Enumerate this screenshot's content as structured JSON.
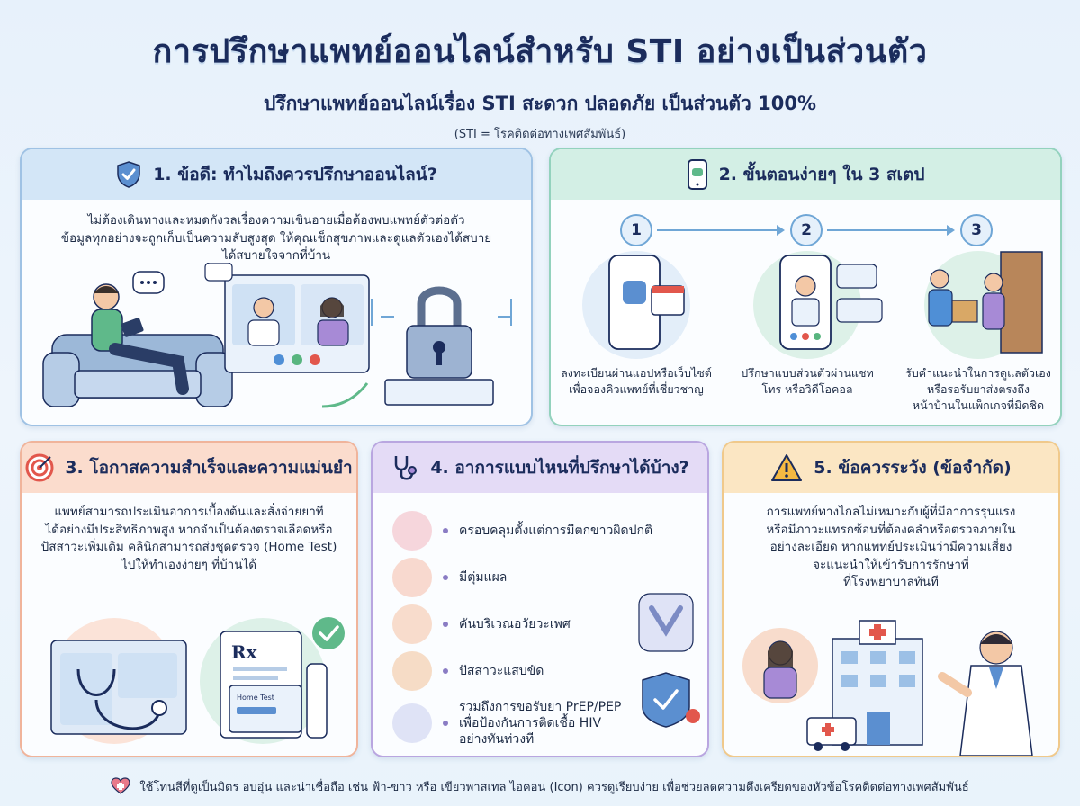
{
  "header": {
    "title": "การปรึกษาแพทย์ออนไลน์สำหรับ STI อย่างเป็นส่วนตัว",
    "subtitle": "ปรึกษาแพทย์ออนไลน์เรื่อง STI สะดวก ปลอดภัย เป็นส่วนตัว 100%",
    "note": "(STI = โรคติดต่อทางเพศสัมพันธ์)"
  },
  "section1": {
    "title": "1. ข้อดี: ทำไมถึงควรปรึกษาออนไลน์?",
    "icon": "shield-check-icon",
    "body": [
      "ไม่ต้องเดินทางและหมดกังวลเรื่องความเขินอายเมื่อต้องพบแพทย์ตัวต่อตัว",
      "ข้อมูลทุกอย่างจะถูกเก็บเป็นความลับสูงสุด ให้คุณเช็กสุขภาพและดูแลตัวเองได้สบาย",
      "ได้สบายใจจากที่บ้าน"
    ]
  },
  "section2": {
    "title": "2. ขั้นตอนง่ายๆ ใน 3 สเตป",
    "icon": "phone-chat-icon",
    "steps": [
      {
        "num": "1",
        "text_lines": [
          "ลงทะเบียนผ่านแอปหรือเว็บไซต์",
          "เพื่อจองคิวแพทย์ที่เชี่ยวชาญ"
        ]
      },
      {
        "num": "2",
        "text_lines": [
          "ปรึกษาแบบส่วนตัวผ่านแชท",
          "โทร หรือวิดีโอคอล"
        ]
      },
      {
        "num": "3",
        "text_lines": [
          "รับคำแนะนำในการดูแลตัวเอง",
          "หรือรอรับยาส่งตรงถึง",
          "หน้าบ้านในแพ็กเกจที่มิดชิด"
        ]
      }
    ]
  },
  "section3": {
    "title": "3. โอกาสความสำเร็จและความแม่นยำ",
    "icon": "target-icon",
    "body": [
      "แพทย์สามารถประเมินอาการเบื้องต้นและสั่งจ่ายยาที",
      "ได้อย่างมีประสิทธิภาพสูง หากจำเป็นต้องตรวจเลือดหรือ",
      "ปัสสาวะเพิ่มเติม คลินิกสามารถส่งชุดตรวจ (Home Test)",
      "ไปให้ทำเองง่ายๆ ที่บ้านได้"
    ],
    "kit_label": "Home Test",
    "rx_label": "Rx"
  },
  "section4": {
    "title": "4. อาการแบบไหนที่ปรึกษาได้บ้าง?",
    "icon": "stethoscope-icon",
    "symptoms": [
      {
        "lines": [
          "ครอบคลุมตั้งแต่การมีตกขาวผิดปกติ"
        ],
        "color": "#f6d6dc"
      },
      {
        "lines": [
          "มีตุ่มแผล"
        ],
        "color": "#f8d9cf"
      },
      {
        "lines": [
          "คันบริเวณอวัยวะเพศ"
        ],
        "color": "#f8dccc"
      },
      {
        "lines": [
          "ปัสสาวะแสบขัด"
        ],
        "color": "#f6dcc6"
      },
      {
        "lines": [
          "รวมถึงการขอรับยา PrEP/PEP",
          "เพื่อป้องกันการติดเชื้อ HIV",
          "อย่างทันท่วงที"
        ],
        "color": "#dfe3f6"
      }
    ]
  },
  "section5": {
    "title": "5. ข้อควรระวัง (ข้อจำกัด)",
    "icon": "warning-icon",
    "body": [
      "การแพทย์ทางไกลไม่เหมาะกับผู้ที่มีอาการรุนแรง",
      "หรือมีภาวะแทรกซ้อนที่ต้องคลำหรือตรวจภายใน",
      "อย่างละเอียด หากแพทย์ประเมินว่ามีความเสี่ยง",
      "จะแนะนำให้เข้ารับการรักษาที่",
      "ที่โรงพยาบาลทันที"
    ]
  },
  "footer": {
    "text": "ใช้โทนสีที่ดูเป็นมิตร อบอุ่น และน่าเชื่อถือ เช่น ฟ้า-ขาว หรือ เขียวพาสเทล ไอคอน (Icon) ควรดูเรียบง่าย เพื่อช่วยลดความตึงเครียดของหัวข้อโรคติดต่อทางเพศสัมพันธ์",
    "icon": "heart-stethoscope-icon"
  },
  "colors": {
    "blue": "#d3e6f7",
    "green": "#d3efe5",
    "orange": "#fbdccd",
    "purple": "#e4dbf6",
    "yellow": "#fbe6c3",
    "navy": "#1b2c5c"
  }
}
